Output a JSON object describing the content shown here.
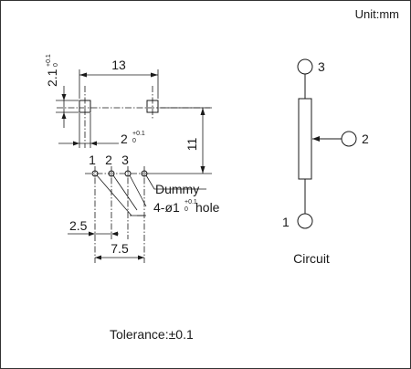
{
  "unit_label": "Unit:mm",
  "dimensions": {
    "pin_pitch": "13",
    "hole_height_base": "2.1",
    "hole_height_tol_upper": "+0.1",
    "hole_height_tol_lower": "0",
    "hole_width_base": "2",
    "hole_width_tol_upper": "+0.1",
    "hole_width_tol_lower": "0",
    "height": "11",
    "spacing_small": "2.5",
    "spacing_large": "7.5"
  },
  "pins": {
    "p1": "1",
    "p2": "2",
    "p3": "3",
    "dummy_label": "Dummy",
    "hole_prefix": "4-ø1",
    "hole_tol_upper": "+0.1",
    "hole_tol_lower": "0",
    "hole_suffix": " hole"
  },
  "circuit": {
    "terminal_1": "1",
    "terminal_2": "2",
    "terminal_3": "3",
    "caption": "Circuit"
  },
  "tolerance": "Tolerance:±0.1"
}
